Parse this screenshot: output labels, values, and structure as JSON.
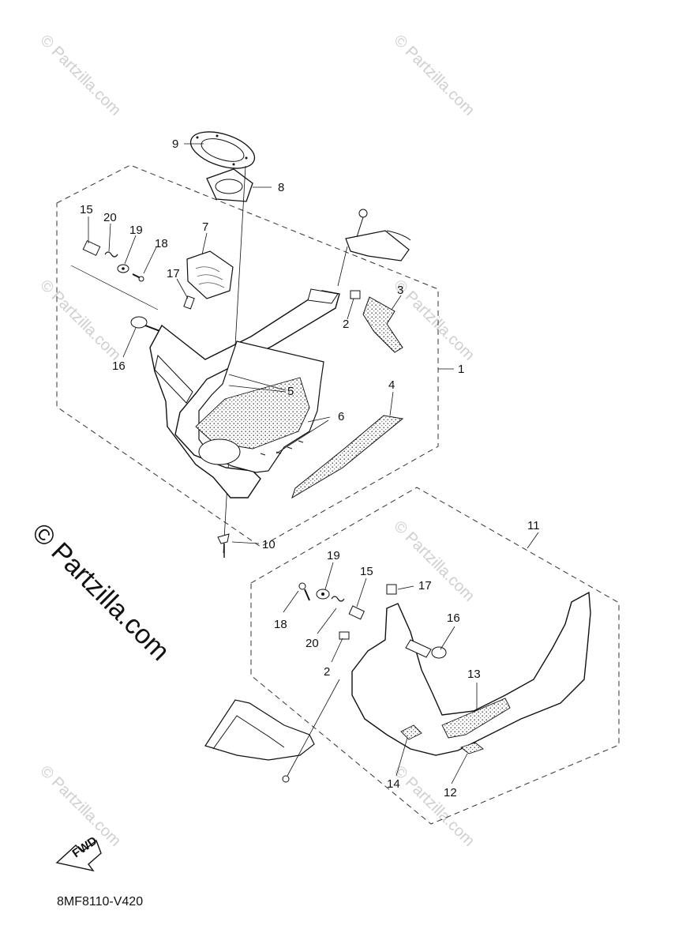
{
  "watermark": "© Partzilla.com",
  "diagram_code": "8MF8110-V420",
  "fwd_label": "FWD",
  "callouts": {
    "c1": "1",
    "c2a": "2",
    "c2b": "2",
    "c3": "3",
    "c4": "4",
    "c5": "5",
    "c6": "6",
    "c7": "7",
    "c8": "8",
    "c9": "9",
    "c10": "10",
    "c11": "11",
    "c12": "12",
    "c13": "13",
    "c14": "14",
    "c15a": "15",
    "c15b": "15",
    "c16a": "16",
    "c16b": "16",
    "c17a": "17",
    "c17b": "17",
    "c18a": "18",
    "c18b": "18",
    "c19a": "19",
    "c19b": "19",
    "c20a": "20",
    "c20b": "20"
  }
}
